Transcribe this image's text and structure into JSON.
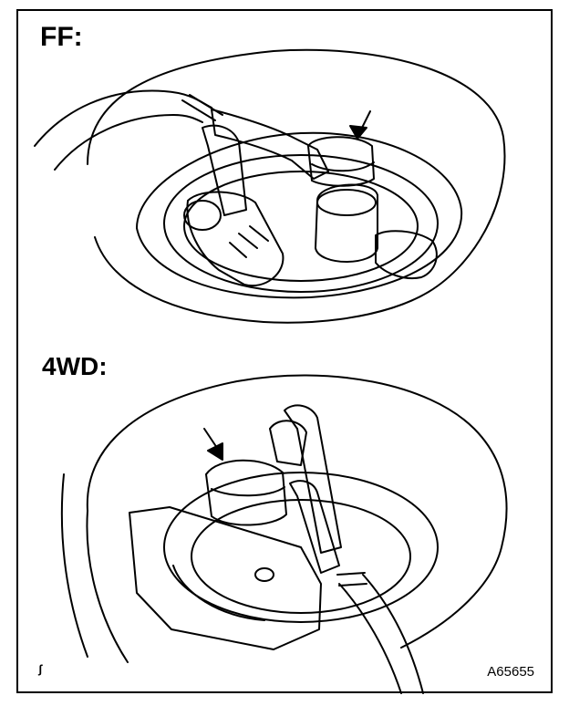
{
  "figure": {
    "section_labels": {
      "ff": "FF:",
      "awd": "4WD:"
    },
    "figure_code": "A65655",
    "corner_mark": "ʃ",
    "colors": {
      "ink": "#000000",
      "paper": "#ffffff"
    },
    "icons": {
      "arrow": "pointer-arrow-icon"
    }
  }
}
